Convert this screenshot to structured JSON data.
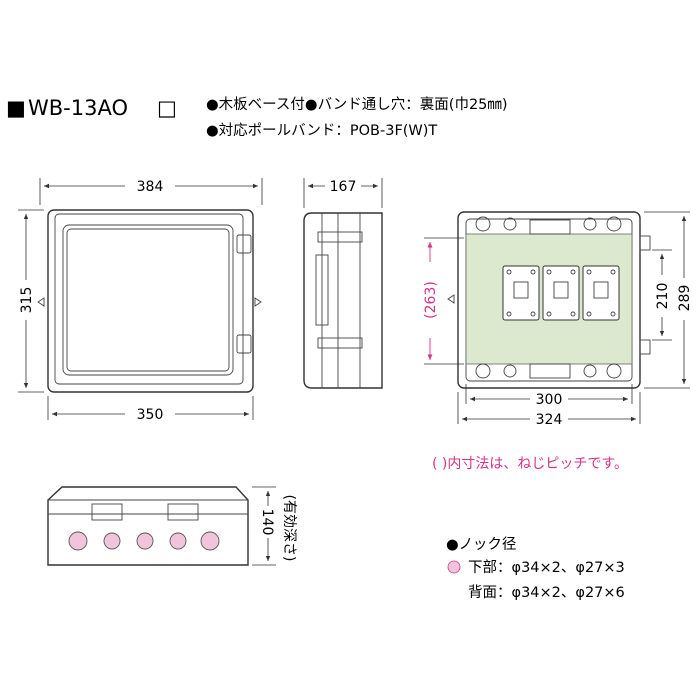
{
  "title": {
    "square": "■",
    "model": "WB-13AO",
    "box": "□"
  },
  "bullets": {
    "line1": "●木板ベース付●バンド通し穴：裏面(巾25㎜)",
    "line2": "●対応ポールバンド：POB-3F(W)T"
  },
  "front_view": {
    "width_top": "384",
    "width_bottom": "350",
    "height": "315"
  },
  "side_view": {
    "depth": "167"
  },
  "inner_view": {
    "screw_height": "(263)",
    "height_inner": "210",
    "height_outer": "289",
    "width_inner": "300",
    "width_outer": "324"
  },
  "note": "( )内寸法は、ねじピッチです。",
  "bottom_view": {
    "depth_value": "140",
    "depth_label": "(有効深さ)"
  },
  "knockout": {
    "heading": "●ノック径",
    "bottom": "下部：φ34×2、φ27×3",
    "back": "背面：φ34×2、φ27×6"
  },
  "colors": {
    "accent_pink": "#d6338a",
    "panel_green": "#dde9cf",
    "knock_pink": "#f2c4dc"
  }
}
